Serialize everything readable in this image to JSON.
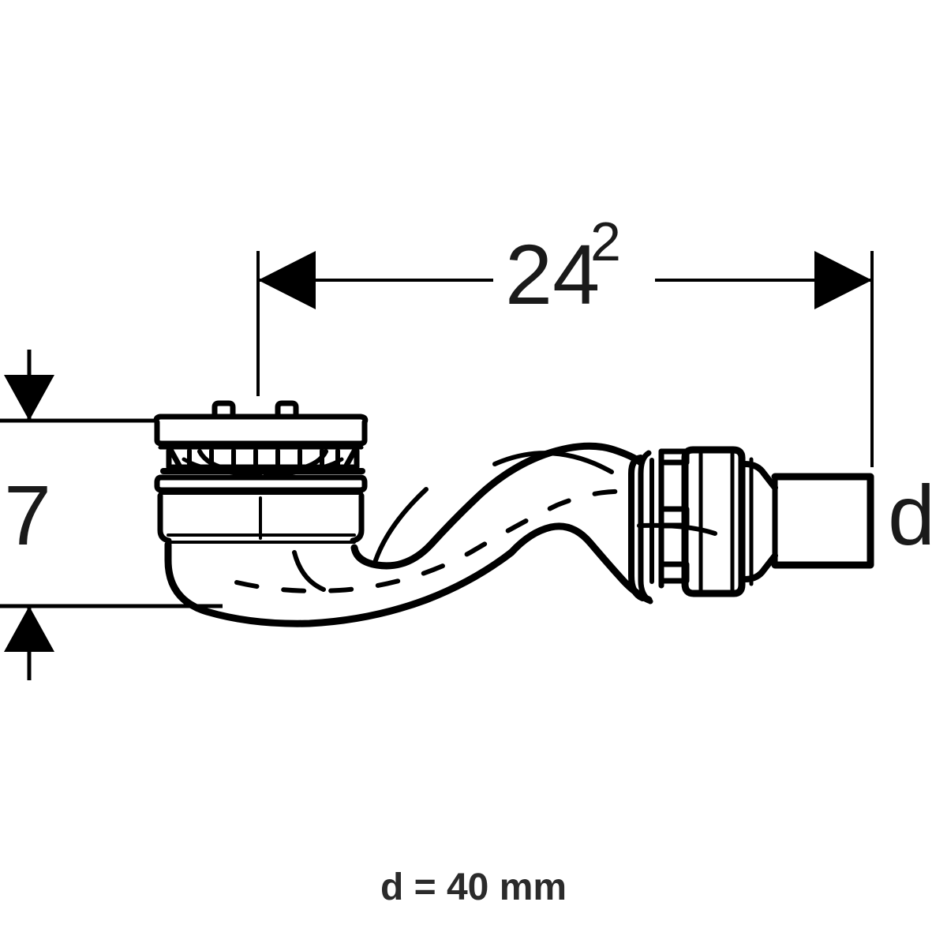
{
  "drawing": {
    "title": "Shower drain trap technical dimension drawing",
    "units_note": "d = 40 mm",
    "line_color": "#000000",
    "text_color": "#1a1a1a",
    "caption_color": "#2b2b2b",
    "background_color": "#ffffff"
  },
  "dimensions": {
    "horizontal": {
      "label_main": "24",
      "label_superscript": "2",
      "name": "overall-length",
      "orientation": "horizontal",
      "arrow_style": "solid-filled-triangle"
    },
    "vertical": {
      "label": "7",
      "name": "overall-height",
      "orientation": "vertical",
      "arrow_style": "solid-filled-triangle"
    },
    "diameter": {
      "label": "d",
      "name": "outlet-diameter",
      "orientation": "vertical-right",
      "value_note": "40 mm"
    }
  },
  "caption": {
    "text": "d = 40 mm"
  },
  "components": {
    "strainer": "drain-grate-strainer",
    "body": "drain-body-cylinder",
    "trap": "s-shaped-trap-pipe",
    "connector": "outlet-compression-nut",
    "outlet": "outlet-pipe-spigot"
  },
  "chart_data": {
    "type": "table",
    "title": "Shower drain trap dimensions",
    "categories": [
      "24",
      "7",
      "d"
    ],
    "values": [
      24.2,
      7,
      40
    ],
    "annotations": [
      "24",
      "2",
      "7",
      "d",
      "d = 40 mm"
    ],
    "xlabel": "",
    "ylabel": ""
  }
}
